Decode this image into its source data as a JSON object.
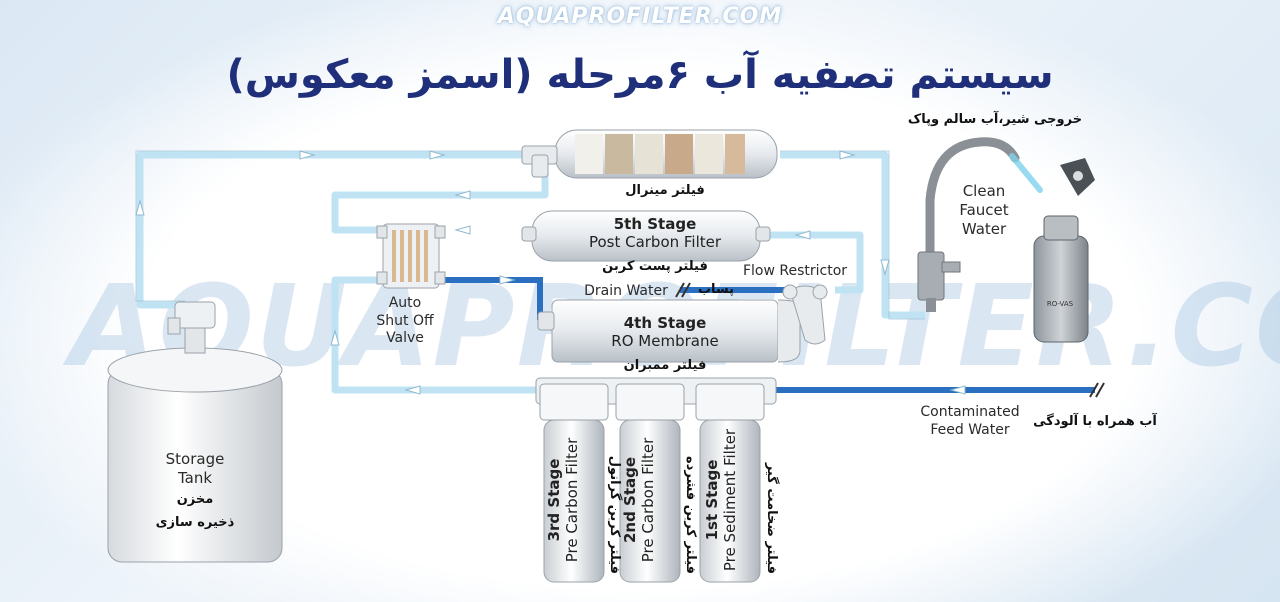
{
  "header": {
    "site": "AQUAPROFILTER.COM",
    "title": "سیستم تصفیه آب ۶مرحله (اسمز معکوس)"
  },
  "watermark": "AQUAPROFILTER.COM",
  "labels": {
    "mineral_filter_fa": "فیلتر مینرال",
    "stage5_title": "5th Stage",
    "stage5_name": "Post Carbon Filter",
    "stage5_fa": "فیلتر پست کربن",
    "flow_restrictor": "Flow Restrictor",
    "drain_water": "Drain Water",
    "drain_fa": "پساب",
    "stage4_title": "4th Stage",
    "stage4_name": "RO Membrane",
    "stage4_fa": "فیلتر ممبران",
    "auto_shutoff_1": "Auto",
    "auto_shutoff_2": "Shut Off",
    "auto_shutoff_3": "Valve",
    "faucet_fa": "خروجی شیر،آب سالم وپاک",
    "clean_faucet_1": "Clean",
    "clean_faucet_2": "Faucet",
    "clean_faucet_3": "Water",
    "feed_1": "Contaminated",
    "feed_2": "Feed Water",
    "feed_fa": "آب همراه با آلودگی",
    "tank_1": "Storage",
    "tank_2": "Tank",
    "tank_fa_1": "مخزن",
    "tank_fa_2": "ذخیره سازی",
    "stage3_title": "3rd Stage",
    "stage3_name": "Pre Carbon Filter",
    "stage3_fa": "فیلتر کربن گرانول",
    "stage2_title": "2nd Stage",
    "stage2_name": "Pre Carbon Filter",
    "stage2_fa": "فیلتر کربن فشرده",
    "stage1_title": "1st Stage",
    "stage1_name": "Pre Sediment Filter",
    "stage1_fa": "فیلتر ضخامت گیر",
    "bottle_brand": "RO-VAS"
  },
  "colors": {
    "title": "#1f2f7a",
    "pipe_light": "#bfe3f3",
    "pipe_dark": "#2a6fc0",
    "housing": "#f2f4f6"
  }
}
